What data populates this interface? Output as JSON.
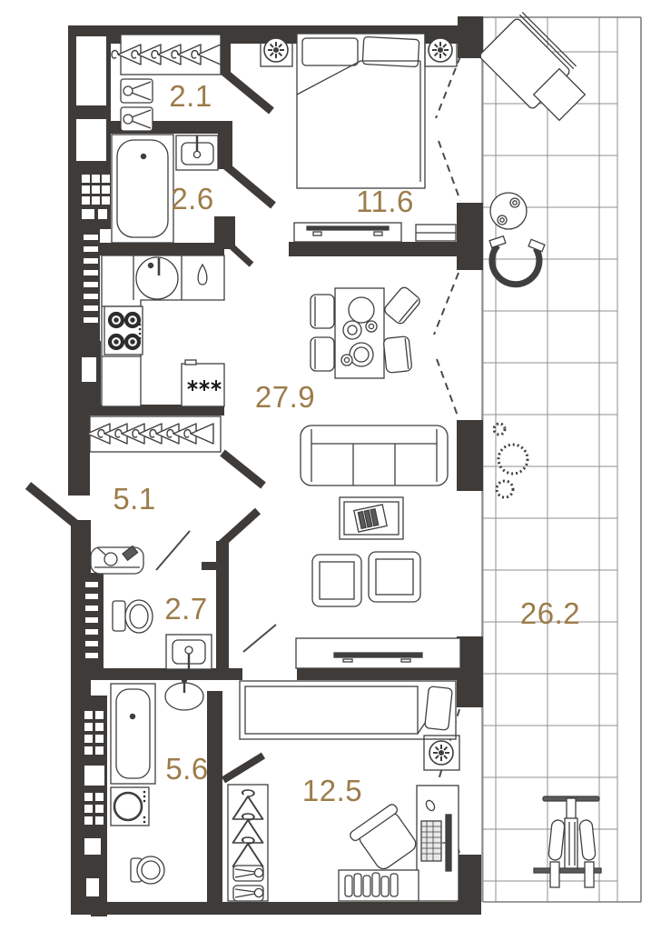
{
  "plan": {
    "type": "apartment-floor-plan",
    "units": "square-meters"
  },
  "colors": {
    "wall": "#3e3b38",
    "room_label": "#9c7c4a",
    "furniture_line": "#3f3f3f",
    "tile_line": "#8f8f8f",
    "dash_line": "#4a4a4a",
    "background": "#ffffff"
  },
  "rooms": [
    {
      "id": "wardrobe-top",
      "label": "2.1"
    },
    {
      "id": "bathroom-top",
      "label": "2.6"
    },
    {
      "id": "bedroom-main",
      "label": "11.6"
    },
    {
      "id": "living-kitchen",
      "label": "27.9"
    },
    {
      "id": "hallway",
      "label": "5.1"
    },
    {
      "id": "wc",
      "label": "2.7"
    },
    {
      "id": "bathroom-bottom",
      "label": "5.6"
    },
    {
      "id": "bedroom-second",
      "label": "12.5"
    },
    {
      "id": "terrace",
      "label": "26.2"
    }
  ],
  "icons": [
    "hanger-icon",
    "bed-double-icon",
    "bed-single-icon",
    "fan-icon",
    "bathtub-icon",
    "sink-icon",
    "stove-icon",
    "fridge-snowflake-icon",
    "kitchen-sink-icon",
    "toilet-icon",
    "washing-machine-icon",
    "sofa-icon",
    "armchair-icon",
    "coffee-table-icon",
    "dining-table-icon",
    "tv-console-icon",
    "desk-icon",
    "office-chair-icon",
    "bookshelf-icon",
    "lounge-chair-icon",
    "terrace-table-icon",
    "plant-icon",
    "exercise-bike-icon"
  ]
}
